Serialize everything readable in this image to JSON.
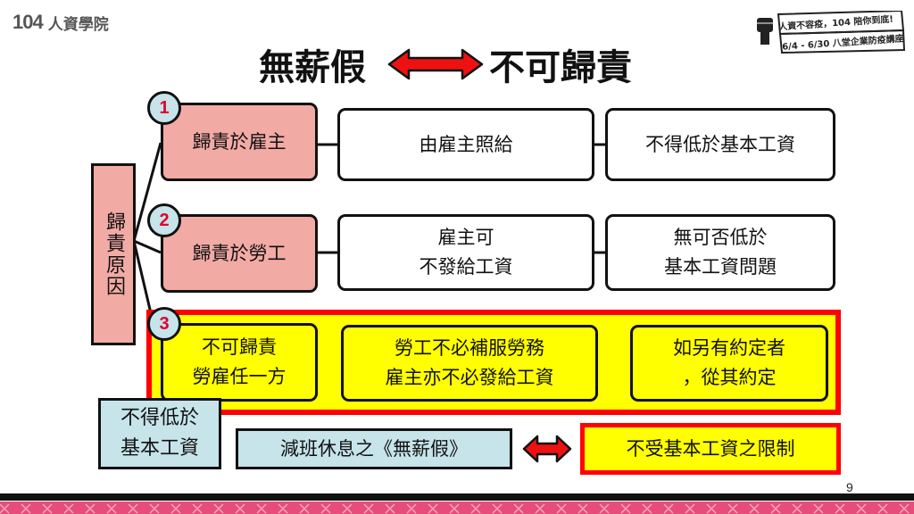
{
  "header": {
    "logo_number": "104",
    "logo_text": "人資學院",
    "stamp_line1": "人資不容疫，104 陪你到底!",
    "stamp_line2": "6/4 - 6/30 八堂企業防疫講座"
  },
  "title": {
    "left": "無薪假",
    "right": "不可歸責"
  },
  "cause_label": "歸責原因",
  "rows": [
    {
      "number": "1",
      "category": "歸責於雇主",
      "mid": "由雇主照給",
      "right": "不得低於基本工資"
    },
    {
      "number": "2",
      "category": "歸責於勞工",
      "mid_line1": "雇主可",
      "mid_line2": "不發給工資",
      "right_line1": "無可否低於",
      "right_line2": "基本工資問題"
    },
    {
      "number": "3",
      "category_line1": "不可歸責",
      "category_line2": "勞雇任一方",
      "mid_line1": "勞工不必補服勞務",
      "mid_line2": "雇主亦不必發給工資",
      "right_line1": "如另有約定者",
      "right_line2": "，從其約定"
    }
  ],
  "bottom": {
    "floor_line1": "不得低於",
    "floor_line2": "基本工資",
    "reduced": "減班休息之《無薪假》",
    "not_limited": "不受基本工資之限制"
  },
  "page_number": "9",
  "colors": {
    "pink": "#f2aaa5",
    "yellow": "#ffff00",
    "red": "#ff0000",
    "light_blue": "#c6e4ea",
    "strip": "#e64d7a"
  }
}
